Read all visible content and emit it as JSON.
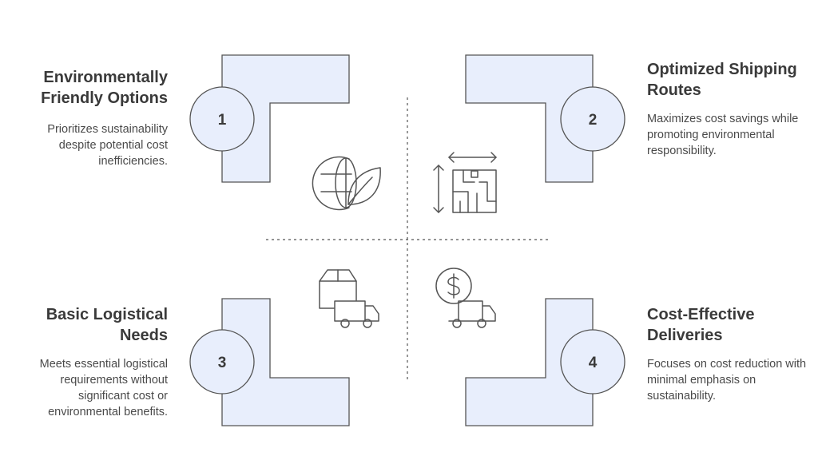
{
  "colors": {
    "shape_fill": "#e8eefc",
    "stroke": "#555555",
    "text": "#3a3a3a"
  },
  "quadrants": [
    {
      "number": "1",
      "title": "Environmentally Friendly Options",
      "description": "Prioritizes sustainability despite potential cost inefficiencies.",
      "icon": "globe-leaf-icon"
    },
    {
      "number": "2",
      "title": "Optimized Shipping Routes",
      "description": "Maximizes cost savings while promoting environmental responsibility.",
      "icon": "route-map-icon"
    },
    {
      "number": "3",
      "title": "Basic Logistical Needs",
      "description": "Meets essential logistical requirements without significant cost or environmental benefits.",
      "icon": "box-truck-icon"
    },
    {
      "number": "4",
      "title": "Cost-Effective Deliveries",
      "description": "Focuses on cost reduction with minimal emphasis on sustainability.",
      "icon": "dollar-truck-icon"
    }
  ]
}
